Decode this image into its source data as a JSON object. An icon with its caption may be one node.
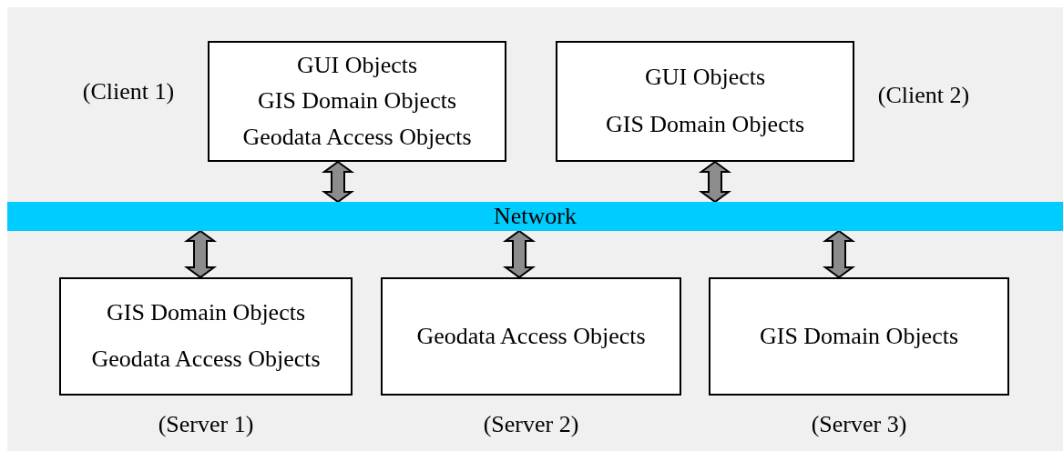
{
  "diagram": {
    "nodes": [
      {
        "text": [
          "GUI Objects",
          "GIS Domain Objects",
          "Geodata Access Objects"
        ],
        "beside": [
          "(Client 1)"
        ]
      },
      {
        "text": [
          "GUI Objects",
          "GIS Domain Objects"
        ],
        "beside": [
          "(Client 2)"
        ]
      },
      {
        "text": [
          "Network"
        ]
      },
      {
        "text": [
          "GIS Domain Objects",
          "Geodata Access Objects"
        ],
        "beside": [
          "(Server 1)"
        ]
      },
      {
        "text": [
          "Geodata Access Objects"
        ],
        "beside": [
          "(Server 2)"
        ]
      },
      {
        "text": [
          "GIS Domain Objects"
        ],
        "beside": [
          "(Server 3)"
        ]
      }
    ],
    "edges": [
      {
        "from": 0,
        "to": 2,
        "arrow": "both",
        "style": "thick"
      },
      {
        "from": 1,
        "to": 2,
        "arrow": "both",
        "style": "thick"
      },
      {
        "from": 2,
        "to": 3,
        "arrow": "both",
        "style": "thick"
      },
      {
        "from": 2,
        "to": 4,
        "arrow": "both",
        "style": "thick"
      },
      {
        "from": 2,
        "to": 5,
        "arrow": "both",
        "style": "thick"
      }
    ]
  }
}
